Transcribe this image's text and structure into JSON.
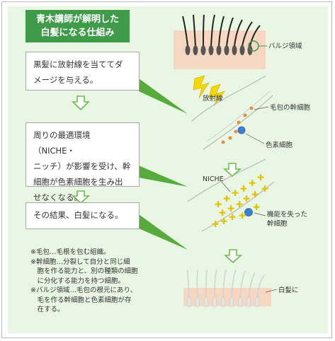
{
  "title": {
    "line1": "青木講師が解明した",
    "line2": "白髪になる仕組み"
  },
  "steps": [
    {
      "line1": "黒髪に放射線を当ててダ",
      "line2": "メージを与える。"
    },
    {
      "line1": "周りの最適環境（NICHE・",
      "line2": "ニッチ）が影響を受け、幹",
      "line3": "細胞が色素細胞を生み出",
      "line4": "せなくなる。"
    },
    {
      "line1": "その結果、白髪になる。"
    }
  ],
  "labels": {
    "bulge": "バルジ領域",
    "radiation": "放射線",
    "stem_cell": "毛包の幹細胞",
    "pigment_cell": "色素細胞",
    "niche": "NICHE",
    "lost_function_1": "機能を失った",
    "lost_function_2": "幹細胞",
    "white_hair": "白髪に"
  },
  "notes": [
    "※毛包…毛根を包む組織。",
    "※幹細胞…分裂して自分と同じ細",
    "　胞を作る能力と、別の種類の細胞",
    "　に分化する能力を持つ細胞。",
    "※バルジ領域…毛包の根元にあり、",
    "　毛を作る幹細胞と色素細胞が存",
    "　在する。"
  ],
  "colors": {
    "green": "#3f9b4a",
    "panel": "#eaf6e4",
    "skin": "#f6d7c2",
    "yellow": "#f2d200",
    "blue": "#3f7fd0",
    "orange": "#ec8a3e"
  }
}
